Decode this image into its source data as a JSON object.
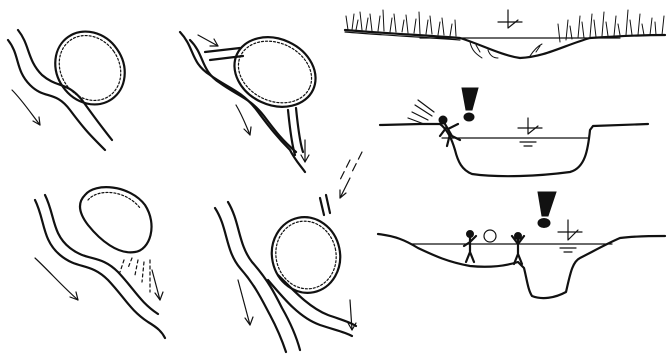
{
  "figure": {
    "background": "#ffffff",
    "ink": "#111111",
    "panels": [
      {
        "id": "pond-beside-river",
        "icons": [
          "pond-icon",
          "river-icon",
          "flow-arrow-icon"
        ]
      },
      {
        "id": "pond-with-inflow-outflow",
        "icons": [
          "pond-icon",
          "river-icon",
          "inlet-channel-icon",
          "outlet-channel-icon",
          "flow-arrow-icon"
        ]
      },
      {
        "id": "pond-seepage",
        "icons": [
          "pond-icon",
          "river-icon",
          "seepage-icon",
          "flow-arrow-icon"
        ]
      },
      {
        "id": "pond-diversion-pipe",
        "icons": [
          "pond-icon",
          "river-icon",
          "pipe-icon",
          "flow-arrow-icon"
        ]
      },
      {
        "id": "shallow-marsh-section",
        "icons": [
          "water-level-icon",
          "grass-icon"
        ]
      },
      {
        "id": "steep-pond-section",
        "icons": [
          "water-level-icon",
          "warning-icon",
          "person-icon"
        ]
      },
      {
        "id": "deep-hole-section",
        "icons": [
          "water-level-icon",
          "warning-icon",
          "person-icon",
          "ball-icon"
        ]
      }
    ]
  }
}
